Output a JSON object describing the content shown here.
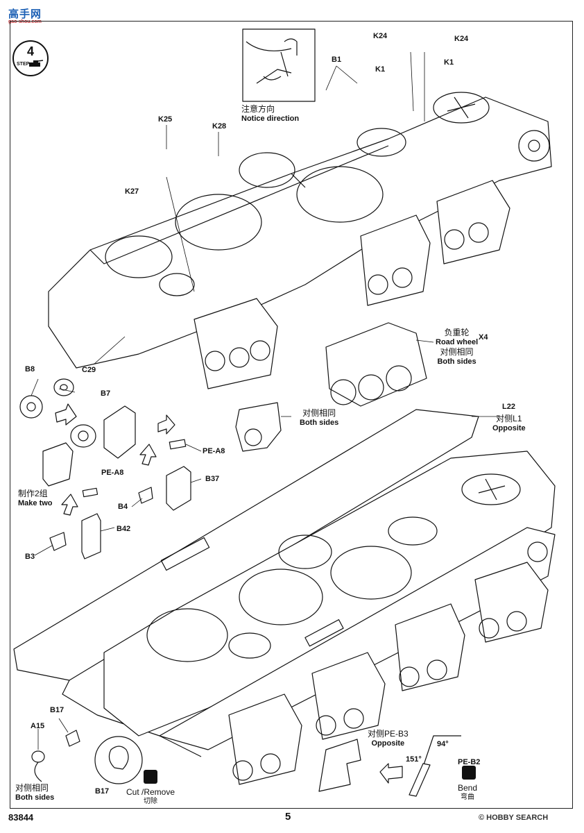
{
  "watermark": {
    "title": "高手网",
    "site": "gao-shou.com"
  },
  "step": {
    "number": "4",
    "label": "STEP"
  },
  "notice": {
    "cn": "注意方向",
    "en": "Notice direction"
  },
  "parts": {
    "k24_left": "K24",
    "k24_right": "K24",
    "k1_left": "K1",
    "k1_right": "K1",
    "b1": "B1",
    "k25": "K25",
    "k28": "K28",
    "k27": "K27",
    "c29": "C29",
    "b8": "B8",
    "b7": "B7",
    "pe_a8_upper": "PE-A8",
    "b37": "B37",
    "pe_a8_lower": "PE-A8",
    "b4": "B4",
    "b42": "B42",
    "b3": "B3",
    "l22": "L22",
    "b17_upper": "B17",
    "a15": "A15",
    "b17_lower": "B17",
    "pe_b2": "PE-B2"
  },
  "road_wheel": {
    "cn": "负重轮",
    "en": "Road wheel",
    "qty": "X4",
    "both_cn": "对侧相同",
    "both_en": "Both sides"
  },
  "both_sides_mid": {
    "cn": "对侧相同",
    "en": "Both sides"
  },
  "opposite_l1": {
    "cn": "对侧L1",
    "en": "Opposite"
  },
  "make_two": {
    "cn": "制作2组",
    "en": "Make two"
  },
  "pe_b3": {
    "cn": "对侧PE-B3",
    "en": "Opposite"
  },
  "both_sides_bottom": {
    "cn": "对侧相同",
    "en": "Both sides"
  },
  "cut_remove": {
    "en": "Cut /Remove",
    "cn": "切除"
  },
  "bend": {
    "en": "Bend",
    "cn": "弯曲"
  },
  "angles": {
    "a1": "94°",
    "a2": "151°"
  },
  "footer": {
    "code": "83844",
    "page": "5",
    "source": "© HOBBY SEARCH"
  }
}
